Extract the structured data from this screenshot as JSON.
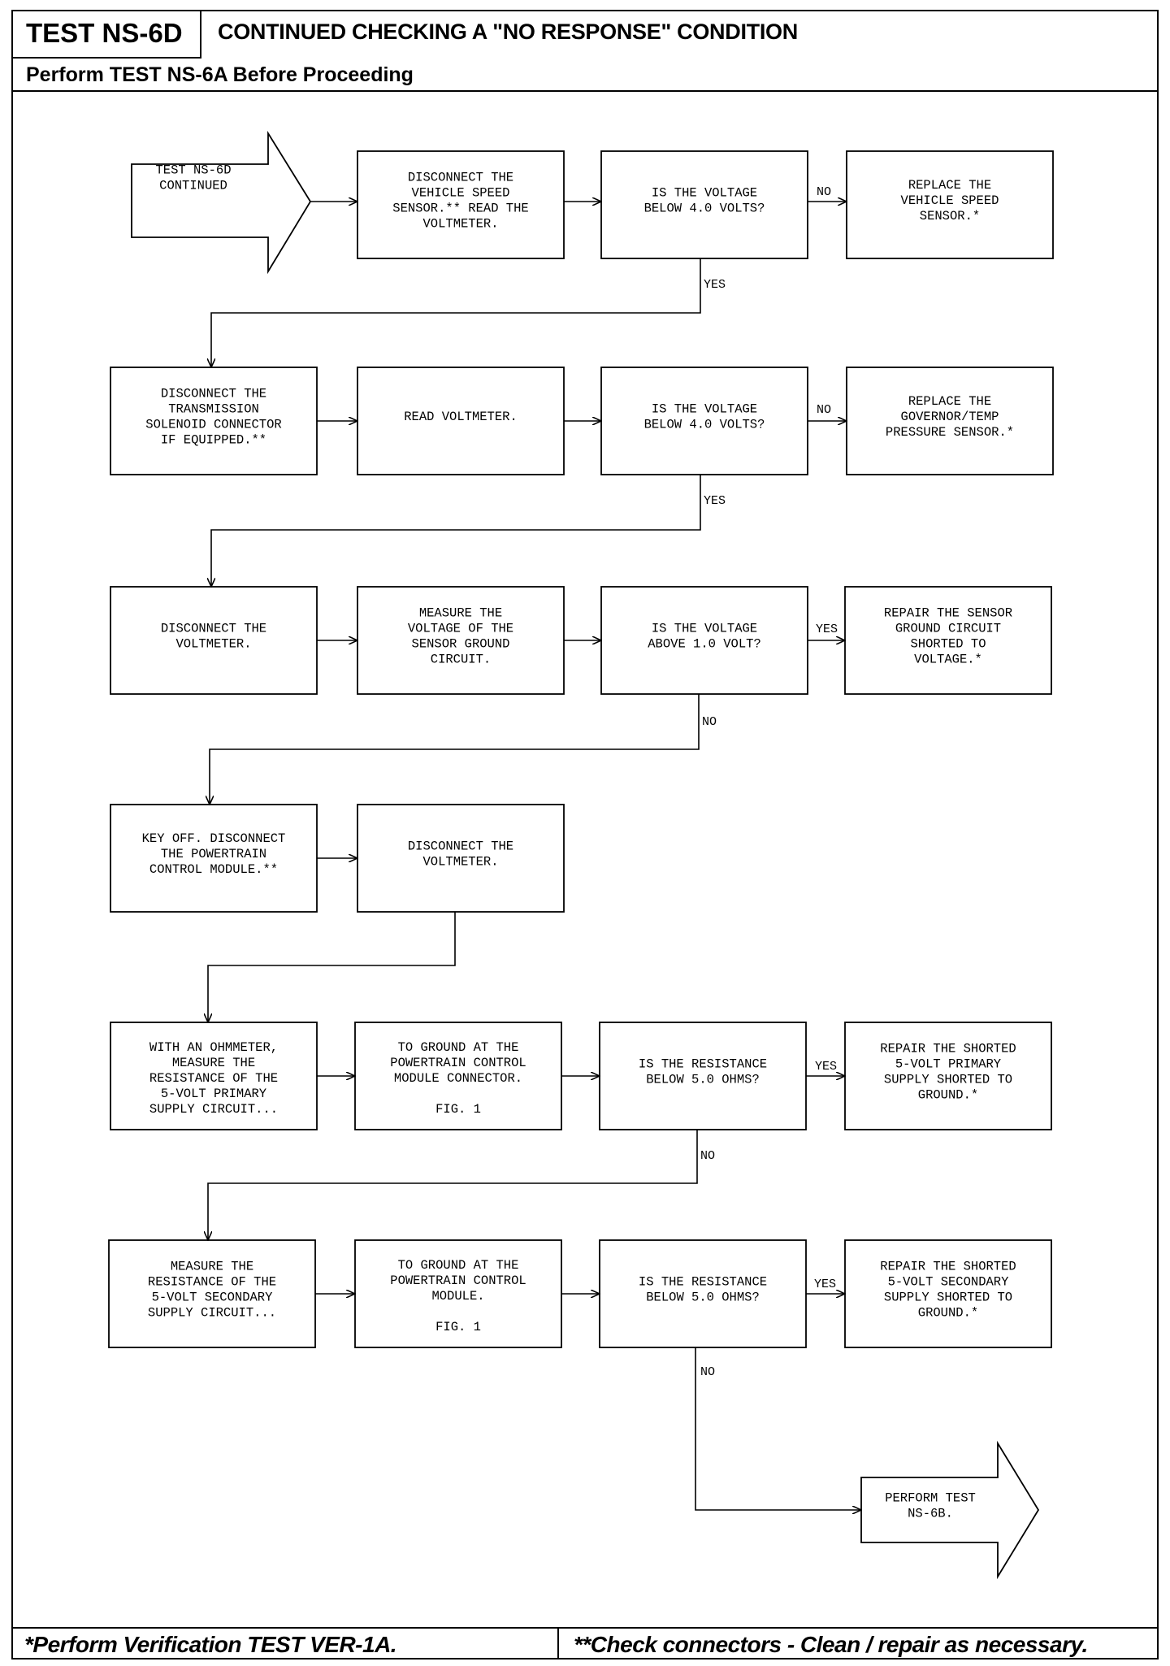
{
  "header": {
    "test_id": "TEST NS-6D",
    "title": "CONTINUED CHECKING A \"NO RESPONSE\" CONDITION",
    "subtitle": "Perform TEST NS-6A Before Proceeding"
  },
  "footer": {
    "left": "*Perform Verification TEST VER-1A.",
    "right": "**Check connectors - Clean / repair as necessary."
  },
  "flowchart": {
    "start": [
      "TEST NS-6D",
      "CONTINUED"
    ],
    "end": [
      "PERFORM TEST",
      "NS-6B."
    ],
    "steps": [
      [
        "DISCONNECT THE",
        "VEHICLE SPEED",
        "SENSOR.** READ THE",
        "VOLTMETER."
      ],
      [
        "IS THE VOLTAGE",
        "BELOW 4.0 VOLTS?"
      ],
      [
        "REPLACE THE",
        "VEHICLE SPEED",
        "SENSOR.*"
      ],
      [
        "DISCONNECT THE",
        "TRANSMISSION",
        "SOLENOID CONNECTOR",
        "IF EQUIPPED.**"
      ],
      [
        "READ VOLTMETER."
      ],
      [
        "IS THE VOLTAGE",
        "BELOW 4.0 VOLTS?"
      ],
      [
        "REPLACE THE",
        "GOVERNOR/TEMP",
        "PRESSURE SENSOR.*"
      ],
      [
        "DISCONNECT THE",
        "VOLTMETER."
      ],
      [
        "MEASURE THE",
        "VOLTAGE OF THE",
        "SENSOR GROUND",
        "CIRCUIT."
      ],
      [
        "IS THE VOLTAGE",
        "ABOVE 1.0 VOLT?"
      ],
      [
        "REPAIR THE SENSOR",
        "GROUND CIRCUIT",
        "SHORTED TO",
        "VOLTAGE.*"
      ],
      [
        "KEY OFF. DISCONNECT",
        "THE POWERTRAIN",
        "CONTROL MODULE.**"
      ],
      [
        "DISCONNECT THE",
        "VOLTMETER."
      ],
      [
        "WITH AN OHMMETER,",
        "MEASURE THE",
        "RESISTANCE OF THE",
        "5-VOLT PRIMARY",
        "SUPPLY CIRCUIT..."
      ],
      [
        "TO GROUND AT THE",
        "POWERTRAIN CONTROL",
        "MODULE CONNECTOR.",
        "",
        "FIG. 1"
      ],
      [
        "IS THE RESISTANCE",
        "BELOW 5.0 OHMS?"
      ],
      [
        "REPAIR THE SHORTED",
        "5-VOLT PRIMARY",
        "SUPPLY SHORTED TO",
        "GROUND.*"
      ],
      [
        "MEASURE THE",
        "RESISTANCE OF THE",
        "5-VOLT SECONDARY",
        "SUPPLY CIRCUIT..."
      ],
      [
        "TO GROUND AT THE",
        "POWERTRAIN CONTROL",
        "MODULE.",
        "",
        "FIG. 1"
      ],
      [
        "IS THE RESISTANCE",
        "BELOW 5.0 OHMS?"
      ],
      [
        "REPAIR THE SHORTED",
        "5-VOLT SECONDARY",
        "SUPPLY SHORTED TO",
        "GROUND.*"
      ]
    ],
    "branch_labels": [
      "NO",
      "YES",
      "NO",
      "YES",
      "YES",
      "NO",
      "YES",
      "NO",
      "YES",
      "NO"
    ]
  }
}
